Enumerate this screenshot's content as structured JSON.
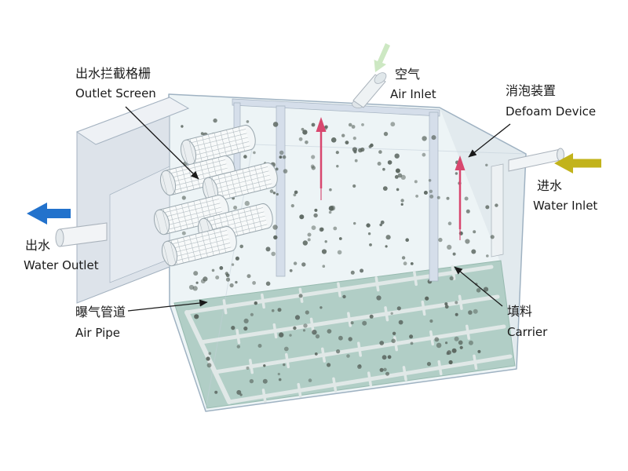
{
  "labels": {
    "outlet_screen": {
      "zh": "出水拦截格栅",
      "en": "Outlet Screen"
    },
    "air_inlet": {
      "zh": "空气",
      "en": "Air Inlet"
    },
    "defoam_device": {
      "zh": "消泡装置",
      "en": "Defoam Device"
    },
    "water_inlet": {
      "zh": "进水",
      "en": "Water Inlet"
    },
    "water_outlet": {
      "zh": "出水",
      "en": "Water Outlet"
    },
    "air_pipe": {
      "zh": "曝气管道",
      "en": "Air Pipe"
    },
    "carrier": {
      "zh": "填料",
      "en": "Carrier"
    }
  },
  "colors": {
    "text": "#1a1a1a",
    "water": "#edf4f6",
    "floor": "#aecdc4",
    "floorEdge": "#93b7ac",
    "wall": "#dde3ea",
    "wallTop": "#eef1f5",
    "wallLine": "#a4b2c0",
    "waterEdge": "#9fb2c2",
    "frame": "#d5deea",
    "pipe": "#e0e8e7",
    "dot": "#57625b",
    "arrowBlue": "#2272cc",
    "arrowYellow": "#c2b31b",
    "arrowGreen": "#cde8c3",
    "arrowRed": "#d8476e"
  }
}
